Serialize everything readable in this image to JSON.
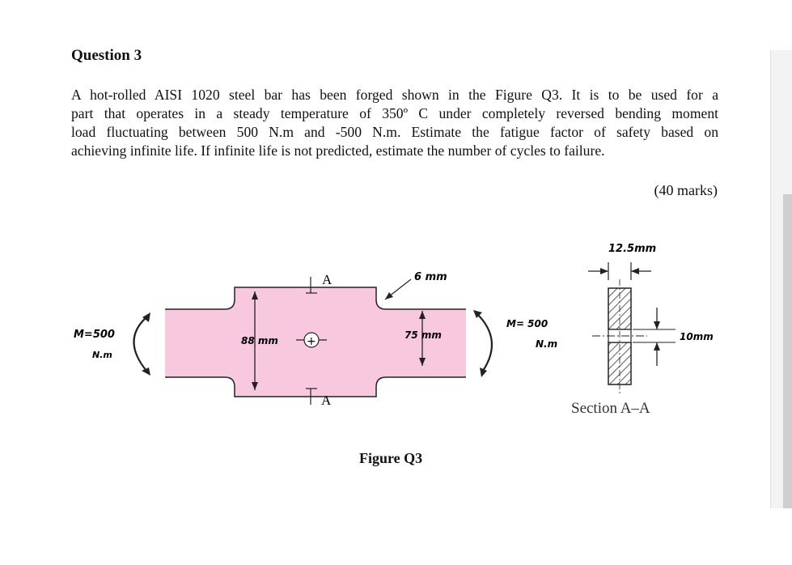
{
  "question": {
    "title": "Question 3",
    "lines": [
      "A hot-rolled AISI 1020 steel bar has been forged shown in the Figure Q3. It is to be used for a",
      "part that operates in a steady temperature of 350º C under completely reversed bending moment",
      "load fluctuating between 500 N.m and -500 N.m. Estimate the fatigue factor of safety based on",
      "achieving infinite life. If infinite life is not predicted, estimate the number of cycles to failure."
    ],
    "marks": "(40 marks)"
  },
  "figure": {
    "caption": "Figure Q3",
    "section_label_top": "A",
    "section_label_bottom": "A",
    "moment_left_1": "M=500",
    "moment_left_2": "N.m",
    "moment_right_1": "M= 500",
    "moment_right_2": "N.m",
    "dim_88": "88 mm",
    "dim_75": "75 mm",
    "dim_6": "6 mm",
    "dim_12_5": "12.5mm",
    "dim_10": "10mm",
    "section_caption": "Section A–A",
    "center_mark": "+",
    "colors": {
      "bar_fill": "#f8c8df",
      "outline": "#222222"
    }
  }
}
